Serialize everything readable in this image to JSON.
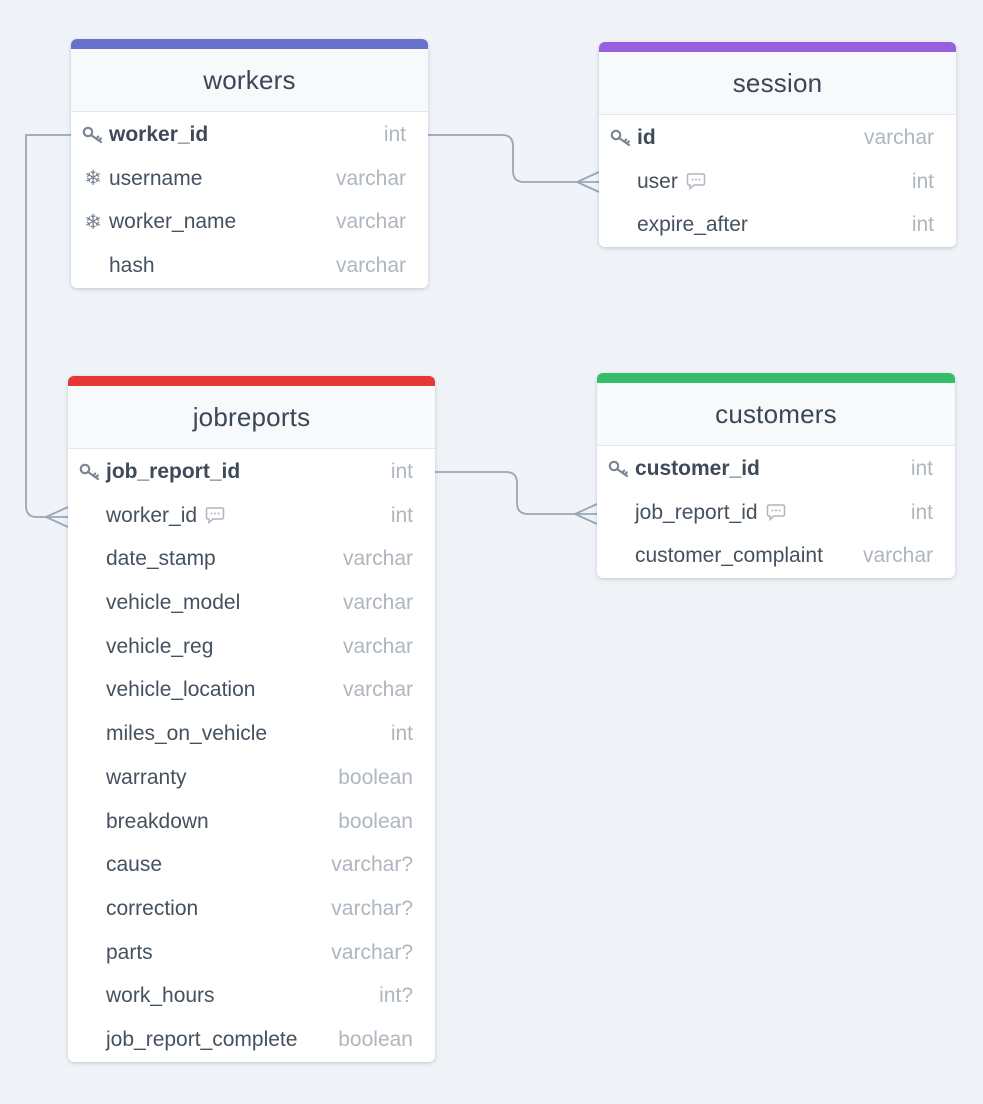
{
  "colors": {
    "background": "#f0f4f8",
    "connector": "#9aa6b5",
    "workers_accent": "#6672cc",
    "session_accent": "#9760e0",
    "jobreports_accent": "#e63636",
    "customers_accent": "#35bd6a"
  },
  "icons": {
    "primary_key": "key-icon",
    "unique": "snowflake-icon",
    "note": "comment-icon"
  },
  "tables": {
    "workers": {
      "title": "workers",
      "columns": [
        {
          "name": "worker_id",
          "type": "int",
          "icon": "key-icon"
        },
        {
          "name": "username",
          "type": "varchar",
          "icon": "snowflake-icon"
        },
        {
          "name": "worker_name",
          "type": "varchar",
          "icon": "snowflake-icon"
        },
        {
          "name": "hash",
          "type": "varchar"
        }
      ]
    },
    "session": {
      "title": "session",
      "columns": [
        {
          "name": "id",
          "type": "varchar",
          "icon": "key-icon"
        },
        {
          "name": "user",
          "type": "int",
          "note": "comment-icon"
        },
        {
          "name": "expire_after",
          "type": "int"
        }
      ]
    },
    "jobreports": {
      "title": "jobreports",
      "columns": [
        {
          "name": "job_report_id",
          "type": "int",
          "icon": "key-icon"
        },
        {
          "name": "worker_id",
          "type": "int",
          "note": "comment-icon"
        },
        {
          "name": "date_stamp",
          "type": "varchar"
        },
        {
          "name": "vehicle_model",
          "type": "varchar"
        },
        {
          "name": "vehicle_reg",
          "type": "varchar"
        },
        {
          "name": "vehicle_location",
          "type": "varchar"
        },
        {
          "name": "miles_on_vehicle",
          "type": "int"
        },
        {
          "name": "warranty",
          "type": "boolean"
        },
        {
          "name": "breakdown",
          "type": "boolean"
        },
        {
          "name": "cause",
          "type": "varchar?"
        },
        {
          "name": "correction",
          "type": "varchar?"
        },
        {
          "name": "parts",
          "type": "varchar?"
        },
        {
          "name": "work_hours",
          "type": "int?"
        },
        {
          "name": "job_report_complete",
          "type": "boolean"
        }
      ]
    },
    "customers": {
      "title": "customers",
      "columns": [
        {
          "name": "customer_id",
          "type": "int",
          "icon": "key-icon"
        },
        {
          "name": "job_report_id",
          "type": "int",
          "note": "comment-icon"
        },
        {
          "name": "customer_complaint",
          "type": "varchar"
        }
      ]
    }
  },
  "relations": [
    {
      "from": "workers.worker_id",
      "to": "session.user",
      "cardinality": "one-to-many"
    },
    {
      "from": "workers.worker_id",
      "to": "jobreports.worker_id",
      "cardinality": "one-to-many"
    },
    {
      "from": "jobreports.job_report_id",
      "to": "customers.job_report_id",
      "cardinality": "one-to-many"
    }
  ]
}
